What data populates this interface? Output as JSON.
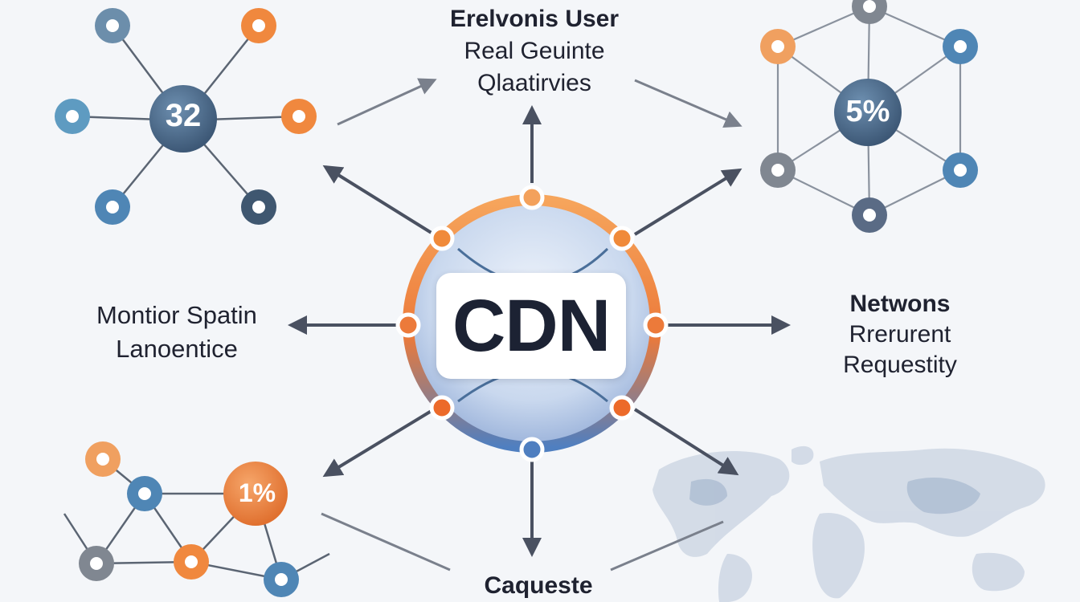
{
  "cdn": {
    "label": "CDN"
  },
  "top_label": {
    "line1": "Erelvonis User",
    "line2": "Real Geuinte",
    "line3": "Qlaatirvies"
  },
  "left_label": {
    "line1": "Montior Spatin",
    "line2": "Lanoentice"
  },
  "right_label": {
    "line1": "Netwons",
    "line2": "Rrerurent",
    "line3": "Requestity"
  },
  "bottom_label": {
    "text": "Caqueste"
  },
  "hubs": {
    "top_left": {
      "value": "32"
    },
    "top_right": {
      "value": "5%"
    },
    "bottom_left": {
      "value": "1%"
    }
  },
  "colors": {
    "orange": "#f0883e",
    "blue": "#4f86b5",
    "steel": "#5a7490",
    "navy": "#3f5770",
    "gray": "#808791",
    "arrow": "#4a5161",
    "ring_orange": "#f08a3a",
    "ring_blue": "#5a88c6"
  }
}
